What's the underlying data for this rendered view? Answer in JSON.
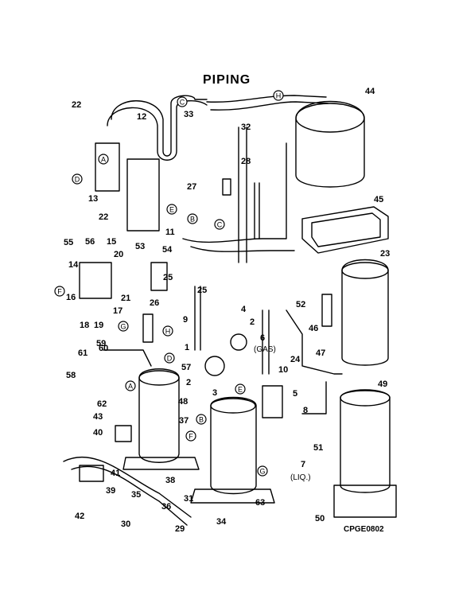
{
  "title": "PIPING",
  "drawing_code": "CPGE0802",
  "part_numbers": [
    {
      "n": "1"
    },
    {
      "n": "2"
    },
    {
      "n": "2"
    },
    {
      "n": "3"
    },
    {
      "n": "4"
    },
    {
      "n": "5"
    },
    {
      "n": "6"
    },
    {
      "n": "7"
    },
    {
      "n": "8"
    },
    {
      "n": "9"
    },
    {
      "n": "10"
    },
    {
      "n": "11"
    },
    {
      "n": "12"
    },
    {
      "n": "13"
    },
    {
      "n": "14"
    },
    {
      "n": "15"
    },
    {
      "n": "16"
    },
    {
      "n": "17"
    },
    {
      "n": "18"
    },
    {
      "n": "19"
    },
    {
      "n": "20"
    },
    {
      "n": "21"
    },
    {
      "n": "22"
    },
    {
      "n": "22"
    },
    {
      "n": "23"
    },
    {
      "n": "24"
    },
    {
      "n": "25"
    },
    {
      "n": "25"
    },
    {
      "n": "26"
    },
    {
      "n": "27"
    },
    {
      "n": "28"
    },
    {
      "n": "29"
    },
    {
      "n": "30"
    },
    {
      "n": "31"
    },
    {
      "n": "32"
    },
    {
      "n": "33"
    },
    {
      "n": "34"
    },
    {
      "n": "35"
    },
    {
      "n": "36"
    },
    {
      "n": "37"
    },
    {
      "n": "38"
    },
    {
      "n": "39"
    },
    {
      "n": "40"
    },
    {
      "n": "41"
    },
    {
      "n": "42"
    },
    {
      "n": "43"
    },
    {
      "n": "44"
    },
    {
      "n": "45"
    },
    {
      "n": "46"
    },
    {
      "n": "47"
    },
    {
      "n": "48"
    },
    {
      "n": "49"
    },
    {
      "n": "50"
    },
    {
      "n": "51"
    },
    {
      "n": "52"
    },
    {
      "n": "53"
    },
    {
      "n": "54"
    },
    {
      "n": "55"
    },
    {
      "n": "56"
    },
    {
      "n": "57"
    },
    {
      "n": "58"
    },
    {
      "n": "59"
    },
    {
      "n": "60"
    },
    {
      "n": "61"
    },
    {
      "n": "62"
    },
    {
      "n": "63"
    }
  ],
  "connection_markers": [
    {
      "l": "A"
    },
    {
      "l": "A"
    },
    {
      "l": "B"
    },
    {
      "l": "B"
    },
    {
      "l": "C"
    },
    {
      "l": "C"
    },
    {
      "l": "D"
    },
    {
      "l": "D"
    },
    {
      "l": "E"
    },
    {
      "l": "E"
    },
    {
      "l": "F"
    },
    {
      "l": "F"
    },
    {
      "l": "G"
    },
    {
      "l": "G"
    },
    {
      "l": "H"
    },
    {
      "l": "H"
    }
  ],
  "annotations": {
    "gas": "(GAS)",
    "liq": "(LIQ.)"
  }
}
